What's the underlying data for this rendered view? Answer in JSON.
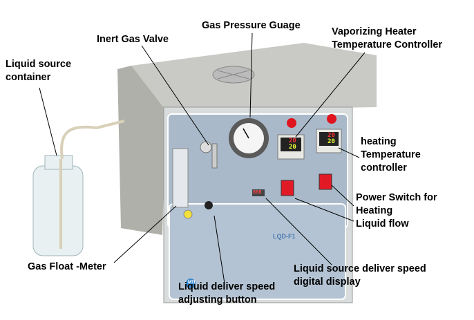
{
  "labels": {
    "gas_pressure_gauge": "Gas Pressure Guage",
    "inert_gas_valve": "Inert Gas Valve",
    "vaporizing_heater": [
      "Vaporizing Heater",
      "Temperature Controller"
    ],
    "liquid_source_container": [
      "Liquid source",
      "container"
    ],
    "heating_temperature_controller": [
      "heating",
      "Temperature",
      "controller"
    ],
    "power_switch": [
      "Power Switch for",
      "Heating"
    ],
    "liquid_flow": "Liquid flow",
    "gas_float_meter": "Gas Float -Meter",
    "adjusting_button": [
      "Liquid deliver speed",
      "adjusting button"
    ],
    "digital_display": [
      "Liquid source deliver speed",
      "digital display"
    ]
  },
  "device": {
    "controller_1": {
      "pv": "20",
      "sv": "20"
    },
    "controller_2": {
      "pv": "20",
      "sv": "20"
    },
    "speed_display": "888",
    "model": "LQD-F1",
    "logo": "MTI"
  },
  "colors": {
    "panel": "#a9b9c9",
    "chassis": "#c8c8c4",
    "indicator": "#e0141e"
  }
}
